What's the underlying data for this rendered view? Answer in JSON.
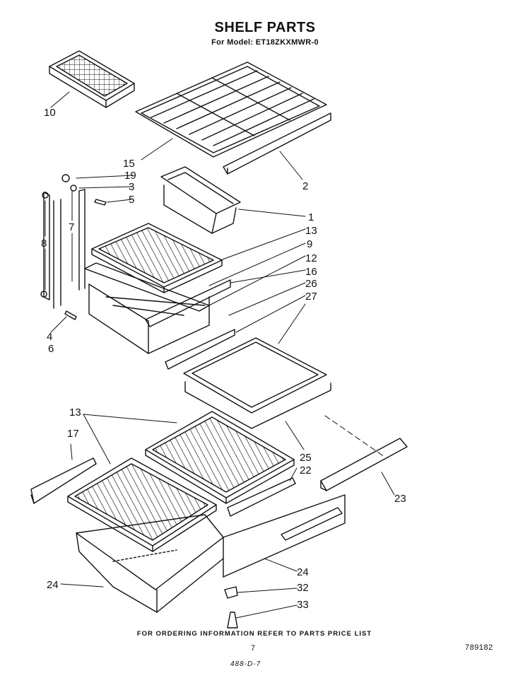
{
  "title": "SHELF PARTS",
  "subtitle": "For Model: ET18ZKXMWR-0",
  "callouts": {
    "c10": "10",
    "c15": "15",
    "c2": "2",
    "c19": "19",
    "c3": "3",
    "c5": "5",
    "c7": "7",
    "c8": "8",
    "c1": "1",
    "c13a": "13",
    "c9": "9",
    "c12": "12",
    "c16": "16",
    "c26": "26",
    "c27": "27",
    "c4": "4",
    "c6": "6",
    "c13b": "13",
    "c17": "17",
    "c25": "25",
    "c22": "22",
    "c23": "23",
    "c24a": "24",
    "c24b": "24",
    "c32": "32",
    "c33": "33"
  },
  "footer": {
    "ordering_note": "FOR ORDERING INFORMATION REFER TO PARTS PRICE LIST",
    "page_number": "7",
    "document_number": "789182",
    "handwritten_note": "488-D-7"
  }
}
